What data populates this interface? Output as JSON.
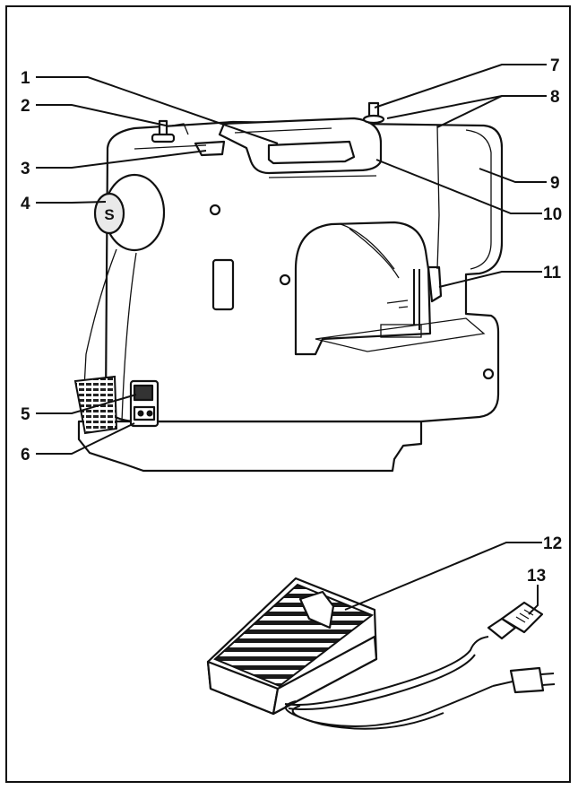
{
  "callouts": [
    {
      "id": "1",
      "label": "1"
    },
    {
      "id": "2",
      "label": "2"
    },
    {
      "id": "3",
      "label": "3"
    },
    {
      "id": "4",
      "label": "4"
    },
    {
      "id": "5",
      "label": "5"
    },
    {
      "id": "6",
      "label": "6"
    },
    {
      "id": "7",
      "label": "7"
    },
    {
      "id": "8",
      "label": "8"
    },
    {
      "id": "9",
      "label": "9"
    },
    {
      "id": "10",
      "label": "10"
    },
    {
      "id": "11",
      "label": "11"
    },
    {
      "id": "12",
      "label": "12"
    },
    {
      "id": "13",
      "label": "13"
    }
  ],
  "logo_letter": "S",
  "colors": {
    "outline": "#111111",
    "body": "#ffffff",
    "shade": "#e9e9e9",
    "dark": "#222222"
  }
}
